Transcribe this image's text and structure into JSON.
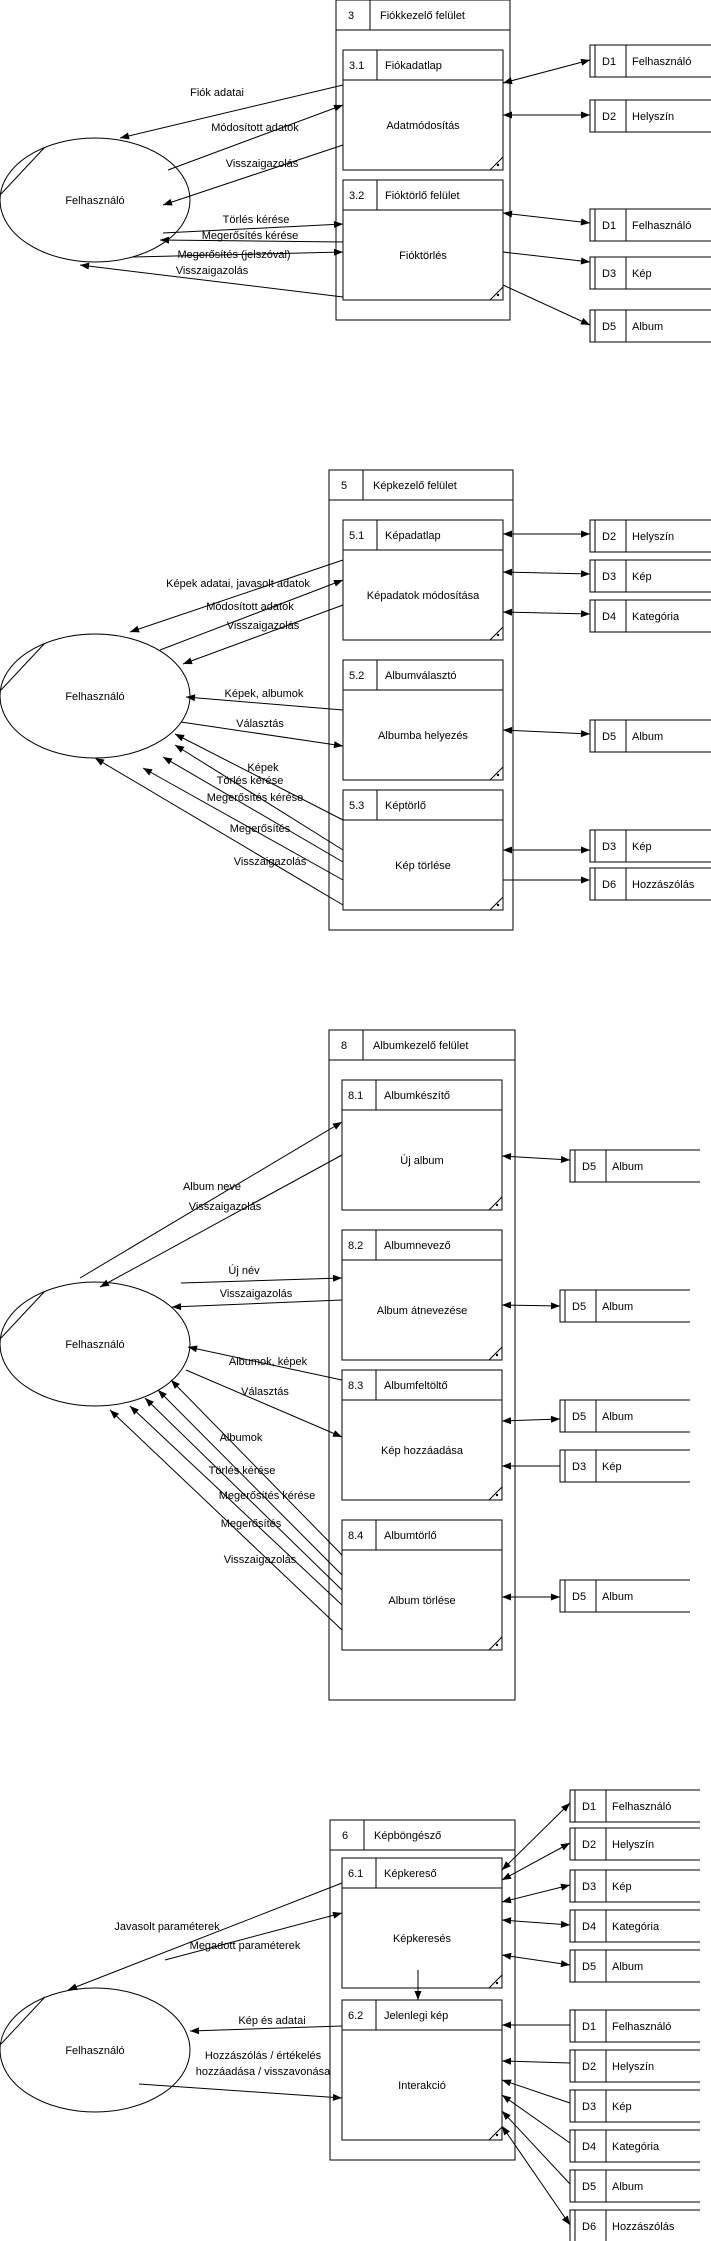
{
  "diagrams": [
    {
      "interface": {
        "num": "3",
        "title": "Fiókkezelő felület"
      },
      "actor": "Felhasználó",
      "processes": [
        {
          "num": "3.1",
          "name": "Fiókadatlap",
          "action": "Adatmódosítás"
        },
        {
          "num": "3.2",
          "name": "Fióktörlő felület",
          "action": "Fióktörlés"
        }
      ],
      "stores": [
        {
          "id": "D1",
          "name": "Felhasználó"
        },
        {
          "id": "D2",
          "name": "Helyszín"
        },
        {
          "id": "D1",
          "name": "Felhasználó"
        },
        {
          "id": "D3",
          "name": "Kép"
        },
        {
          "id": "D5",
          "name": "Album"
        }
      ],
      "flows": [
        "Fiók adatai",
        "Módosított adatok",
        "Visszaigazolás",
        "Törlés kérése",
        "Megerősítés kérése",
        "Megerősítés (jelszóval)",
        "Visszaigazolás"
      ]
    },
    {
      "interface": {
        "num": "5",
        "title": "Képkezelő felület"
      },
      "actor": "Felhasználó",
      "processes": [
        {
          "num": "5.1",
          "name": "Képadatlap",
          "action": "Képadatok módosítása"
        },
        {
          "num": "5.2",
          "name": "Albumválasztó",
          "action": "Albumba helyezés"
        },
        {
          "num": "5.3",
          "name": "Képtörlő",
          "action": "Kép törlése"
        }
      ],
      "stores": [
        {
          "id": "D2",
          "name": "Helyszín"
        },
        {
          "id": "D3",
          "name": "Kép"
        },
        {
          "id": "D4",
          "name": "Kategória"
        },
        {
          "id": "D5",
          "name": "Album"
        },
        {
          "id": "D3",
          "name": "Kép"
        },
        {
          "id": "D6",
          "name": "Hozzászólás"
        }
      ],
      "flows": [
        "Képek adatai, javasolt adatok",
        "Módosított adatok",
        "Visszaigazolás",
        "Képek, albumok",
        "Választás",
        "Képek",
        "Törlés kérése",
        "Megerősítés kérése",
        "Megerősítés",
        "Visszaigazolás"
      ]
    },
    {
      "interface": {
        "num": "8",
        "title": "Albumkezelő felület"
      },
      "actor": "Felhasználó",
      "processes": [
        {
          "num": "8.1",
          "name": "Albumkészítő",
          "action": "Új album"
        },
        {
          "num": "8.2",
          "name": "Albumnevező",
          "action": "Album átnevezése"
        },
        {
          "num": "8.3",
          "name": "Albumfeltöltő",
          "action": "Kép hozzáadása"
        },
        {
          "num": "8.4",
          "name": "Albumtörlő",
          "action": "Album törlése"
        }
      ],
      "stores": [
        {
          "id": "D5",
          "name": "Album"
        },
        {
          "id": "D5",
          "name": "Album"
        },
        {
          "id": "D5",
          "name": "Album"
        },
        {
          "id": "D3",
          "name": "Kép"
        },
        {
          "id": "D5",
          "name": "Album"
        }
      ],
      "flows": [
        "Album neve",
        "Visszaigazolás",
        "Új név",
        "Visszaigazolás",
        "Albumok, képek",
        "Választás",
        "Albumok",
        "Törlés kérése",
        "Megerősítés kérése",
        "Megerősítés",
        "Visszaigazolás"
      ]
    },
    {
      "interface": {
        "num": "6",
        "title": "Képböngésző"
      },
      "actor": "Felhasználó",
      "processes": [
        {
          "num": "6.1",
          "name": "Képkereső",
          "action": "Képkeresés"
        },
        {
          "num": "6.2",
          "name": "Jelenlegi kép",
          "action": "Interakció"
        }
      ],
      "stores": [
        {
          "id": "D1",
          "name": "Felhasználó"
        },
        {
          "id": "D2",
          "name": "Helyszín"
        },
        {
          "id": "D3",
          "name": "Kép"
        },
        {
          "id": "D4",
          "name": "Kategória"
        },
        {
          "id": "D5",
          "name": "Album"
        },
        {
          "id": "D1",
          "name": "Felhasználó"
        },
        {
          "id": "D2",
          "name": "Helyszín"
        },
        {
          "id": "D3",
          "name": "Kép"
        },
        {
          "id": "D4",
          "name": "Kategória"
        },
        {
          "id": "D5",
          "name": "Album"
        },
        {
          "id": "D6",
          "name": "Hozzászólás"
        }
      ],
      "flows": [
        "Javasolt paraméterek",
        "Megadott paraméterek",
        "Kép és adatai",
        "Hozzászólás / értékelés",
        "hozzáadása / visszavonása"
      ]
    }
  ]
}
